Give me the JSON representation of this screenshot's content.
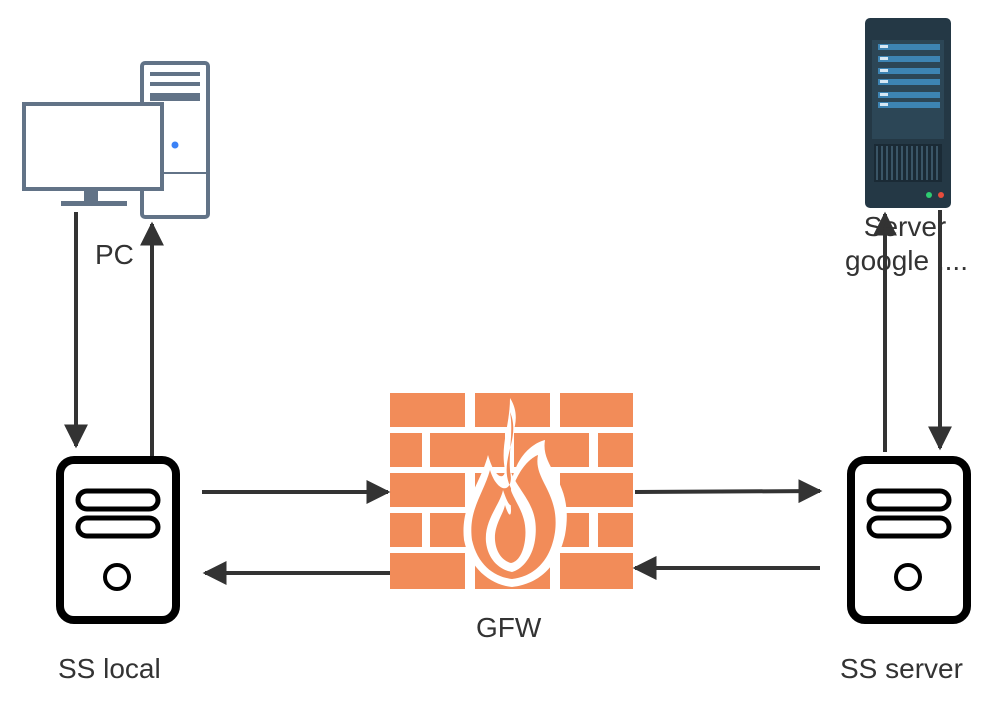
{
  "labels": {
    "pc": "PC",
    "server_line1": "Server",
    "server_line2": "google ....",
    "gfw": "GFW",
    "ss_local": "SS local",
    "ss_server": "SS server"
  },
  "colors": {
    "firewall": "#F28C59",
    "arrow": "#333333",
    "server_dark": "#243845",
    "server_stripe": "#3D84B3",
    "monitor_border": "#627387",
    "ss_box_stroke": "#000000"
  },
  "icons": {
    "pc": "desktop-computer-icon",
    "server": "rack-server-icon",
    "firewall": "firewall-icon",
    "ss_local": "server-box-icon",
    "ss_server": "server-box-icon"
  }
}
